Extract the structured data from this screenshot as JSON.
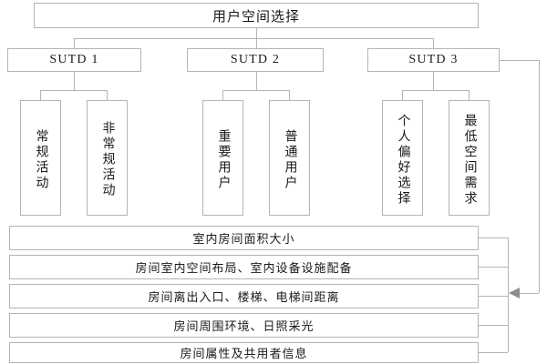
{
  "diagram": {
    "title": "用户空间选择",
    "level2": [
      {
        "label": "SUTD 1"
      },
      {
        "label": "SUTD 2"
      },
      {
        "label": "SUTD 3"
      }
    ],
    "level3": [
      {
        "label": "常规活动"
      },
      {
        "label": "非常规活动"
      },
      {
        "label": "重要用户"
      },
      {
        "label": "普通用户"
      },
      {
        "label": "个人偏好选择"
      },
      {
        "label": "最低空间需求"
      }
    ],
    "attributes": [
      {
        "label": "室内房间面积大小"
      },
      {
        "label": "房间室内空间布局、室内设备设施配备"
      },
      {
        "label": "房间离出入口、楼梯、电梯间距离"
      },
      {
        "label": "房间周围环境、日照采光"
      },
      {
        "label": "房间属性及共用者信息"
      }
    ],
    "colors": {
      "border": "#b4b4b4",
      "connector": "#b4b4b4",
      "arrow": "#8c8c8c",
      "text": "#1a1a1a",
      "background": "#ffffff"
    }
  }
}
